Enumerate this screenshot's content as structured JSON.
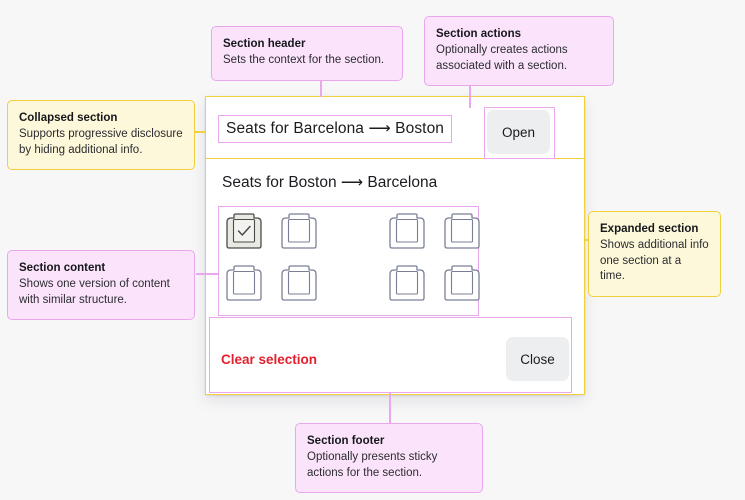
{
  "callouts": [
    {
      "id": "section-header",
      "style": "pink",
      "title": "Section header",
      "body": "Sets the context for the section."
    },
    {
      "id": "section-actions",
      "style": "pink",
      "title": "Section actions",
      "body": "Optionally creates actions associated with a section."
    },
    {
      "id": "collapsed-section",
      "style": "yellow",
      "title": "Collapsed section",
      "body": "Supports progressive disclosure by hiding additional info."
    },
    {
      "id": "expanded-section",
      "style": "yellow",
      "title": "Expanded section",
      "body": "Shows additional info one section at a time."
    },
    {
      "id": "section-content",
      "style": "pink",
      "title": "Section content",
      "body": "Shows one version of content with similar structure."
    },
    {
      "id": "section-footer",
      "style": "pink",
      "title": "Section footer",
      "body": "Optionally presents sticky actions for the section."
    }
  ],
  "card": {
    "collapsed_section": {
      "title": "Seats for Barcelona ⟶ Boston",
      "action_label": "Open"
    },
    "expanded_section": {
      "title": "Seats for Boston ⟶ Barcelona",
      "seats": [
        {
          "id": "seat-1",
          "selected": true,
          "aisle_after": false
        },
        {
          "id": "seat-2",
          "selected": false,
          "aisle_after": true
        },
        {
          "id": "seat-3",
          "selected": false,
          "aisle_after": false
        },
        {
          "id": "seat-4",
          "selected": false,
          "aisle_after": false
        },
        {
          "id": "seat-5",
          "selected": false,
          "aisle_after": false
        },
        {
          "id": "seat-6",
          "selected": false,
          "aisle_after": true
        },
        {
          "id": "seat-7",
          "selected": false,
          "aisle_after": false
        },
        {
          "id": "seat-8",
          "selected": false,
          "aisle_after": false
        }
      ],
      "selected_icon": "check-icon"
    },
    "footer": {
      "clear_label": "Clear selection",
      "close_label": "Close"
    }
  },
  "colors": {
    "page_background": "#f7f7f8",
    "card_background": "#ffffff",
    "annotation_pink_border": "#e9a8ee",
    "annotation_pink_fill": "#fbe4fb",
    "annotation_yellow_border": "#f2cf3d",
    "annotation_yellow_fill": "#fdf8da",
    "button_background": "#eceef0",
    "destructive_text": "#e5202e",
    "seat_outline": "#7b7f96",
    "text_primary": "#1b1c20"
  }
}
